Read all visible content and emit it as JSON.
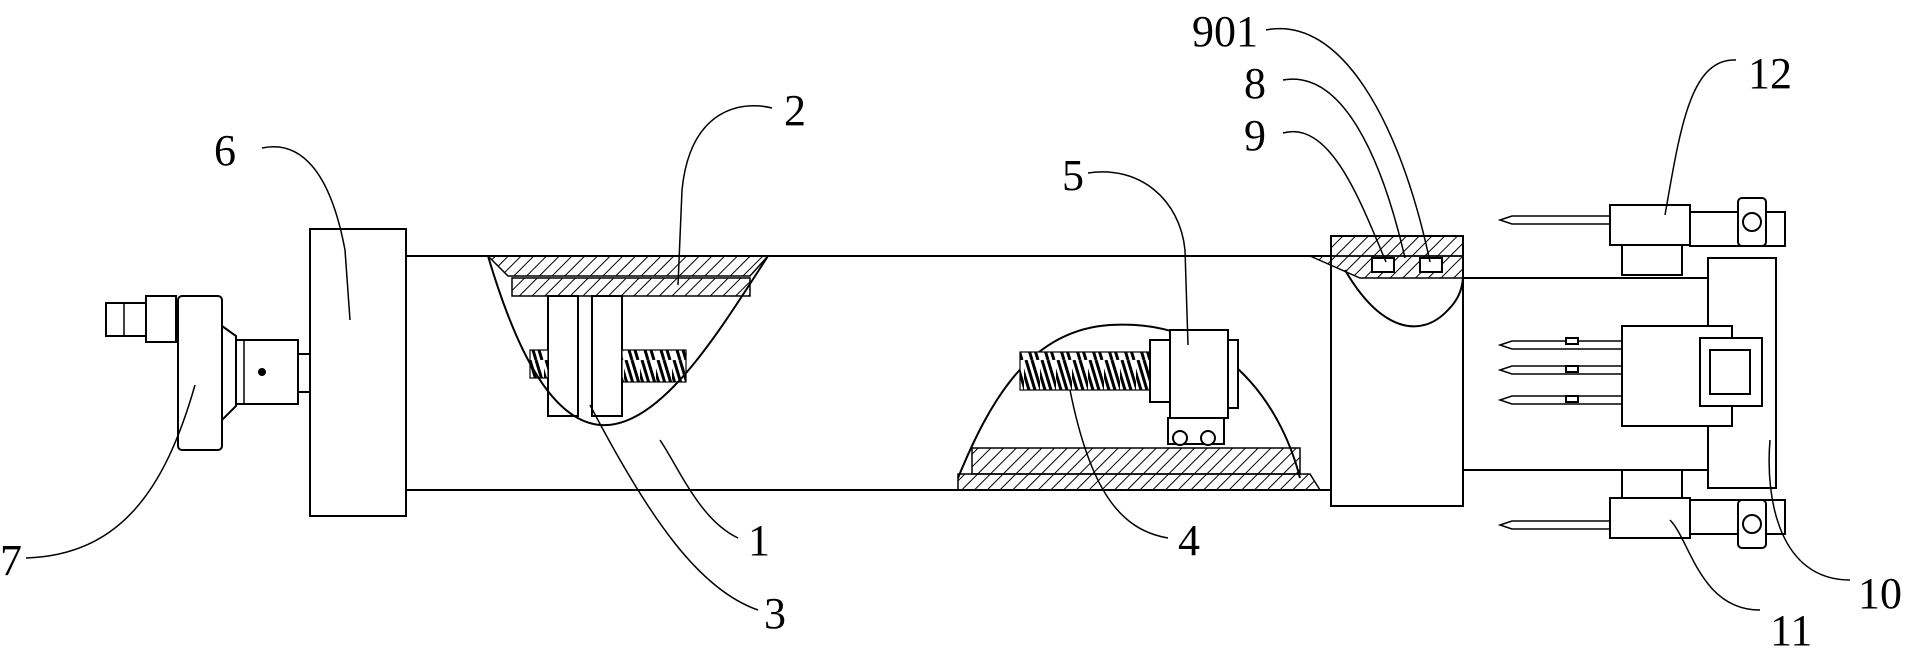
{
  "labels": {
    "l1": "1",
    "l2": "2",
    "l3": "3",
    "l4": "4",
    "l5": "5",
    "l6": "6",
    "l7": "7",
    "l8": "8",
    "l9": "9",
    "l10": "10",
    "l11": "11",
    "l12": "12",
    "l901": "901"
  }
}
